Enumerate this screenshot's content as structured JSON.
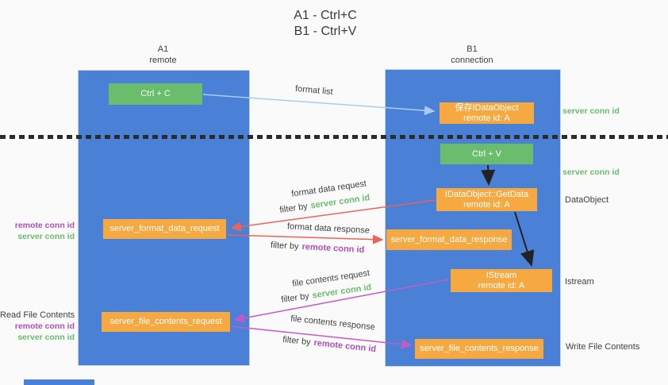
{
  "title": {
    "line1": "A1 - Ctrl+C",
    "line2": "B1 - Ctrl+V"
  },
  "columns": {
    "left": {
      "name": "A1",
      "subtitle": "remote"
    },
    "right": {
      "name": "B1",
      "subtitle": "connection"
    }
  },
  "boxes": {
    "ctrl_c": "Ctrl + C",
    "ctrl_v": "Ctrl + V",
    "save_dataobject_line1": "保存IDataObject",
    "save_dataobject_line2": "remote id: A",
    "getdata_line1": "IDataObject::GetData",
    "getdata_line2": "remote id: A",
    "istream_line1": "IStream",
    "istream_line2": "remote id: A",
    "format_request": "server_format_data_request",
    "format_response": "server_format_data_response",
    "file_request": "server_file_contents_request",
    "file_response": "server_file_contents_response"
  },
  "arrow_labels": {
    "format_list": "format list",
    "format_data_request": "format data request",
    "format_data_response": "format data response",
    "file_contents_request": "file contents request",
    "file_contents_response": "file contents response",
    "filter_by": "filter by"
  },
  "side_labels": {
    "server_conn_id": "server conn id",
    "remote_conn_id": "remote conn id",
    "dataobject": "DataObject",
    "istream": "Istream",
    "read_file_contents": "Read File Contents",
    "write_file_contents": "Write File Contents"
  },
  "colors": {
    "column_blue": "#4a80d6",
    "box_green": "#69bd6c",
    "box_orange": "#f7a941",
    "green_text": "#69bd6c",
    "purple_text": "#b04ec4",
    "red_arrow": "#ec6456",
    "magenta_arrow": "#c55ac5",
    "light_blue_arrow": "#a8cdec",
    "black_arrow": "#222222",
    "dash_line": "#2b2b2b"
  }
}
